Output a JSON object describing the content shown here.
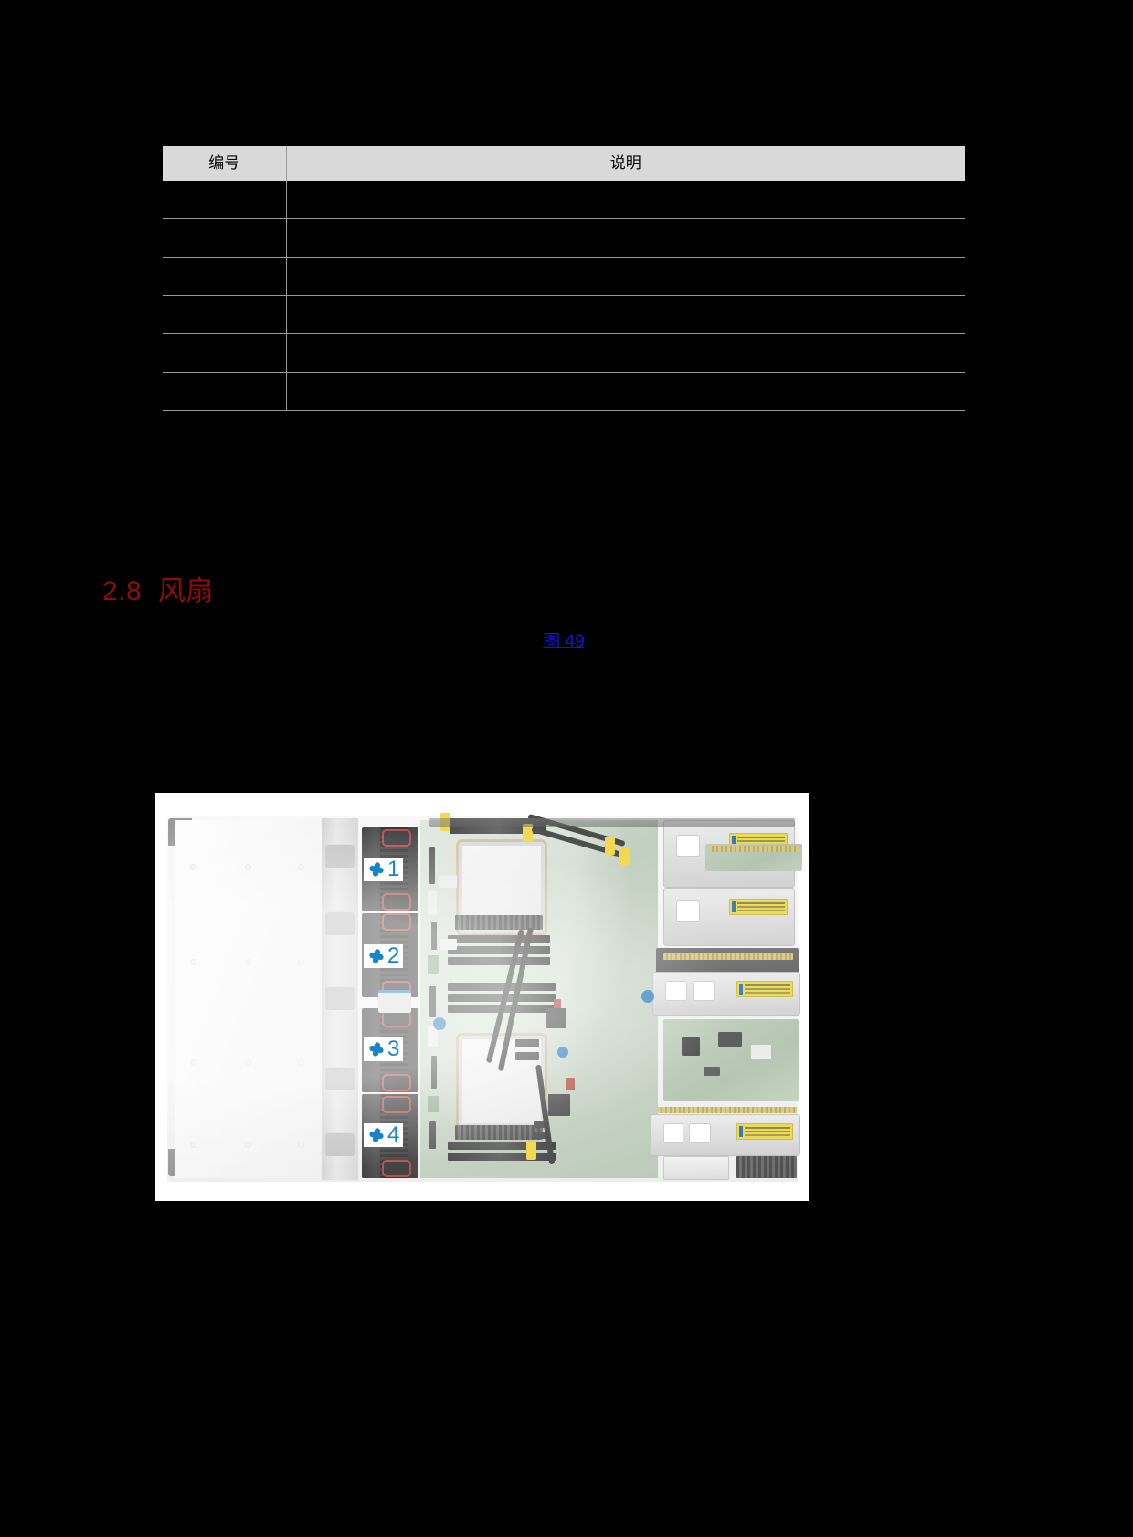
{
  "document": {
    "page_background": "#000000",
    "text_color": "#000000"
  },
  "table": {
    "name": "component-description-table",
    "header_background": "#d9d9d9",
    "columns": [
      {
        "key": "number",
        "label": "编号",
        "align": "center"
      },
      {
        "key": "description",
        "label": "说明",
        "align": "center"
      }
    ],
    "rows": [
      {
        "number": "",
        "description": ""
      },
      {
        "number": "",
        "description": ""
      },
      {
        "number": "",
        "description": ""
      },
      {
        "number": "",
        "description": ""
      },
      {
        "number": "",
        "description": ""
      },
      {
        "number": "",
        "description": ""
      }
    ]
  },
  "section": {
    "number": "2.8",
    "title": "风扇",
    "heading_text": "2.8  风扇",
    "heading_color": "#8c0e08"
  },
  "body": {
    "cross_reference": {
      "label": "图 49",
      "color": "#1111ee",
      "underline": true
    }
  },
  "figure": {
    "name": "server-fan-layout-photo",
    "alt": "服务器内部风扇位置图",
    "background": "#ffffff",
    "callouts": [
      {
        "id": "fan-1",
        "number": "1",
        "icon": "fan-icon",
        "icon_color": "#1585c8"
      },
      {
        "id": "fan-2",
        "number": "2",
        "icon": "fan-icon",
        "icon_color": "#1585c8"
      },
      {
        "id": "fan-3",
        "number": "3",
        "icon": "fan-icon",
        "icon_color": "#1585c8"
      },
      {
        "id": "fan-4",
        "number": "4",
        "icon": "fan-icon",
        "icon_color": "#1585c8"
      }
    ]
  }
}
